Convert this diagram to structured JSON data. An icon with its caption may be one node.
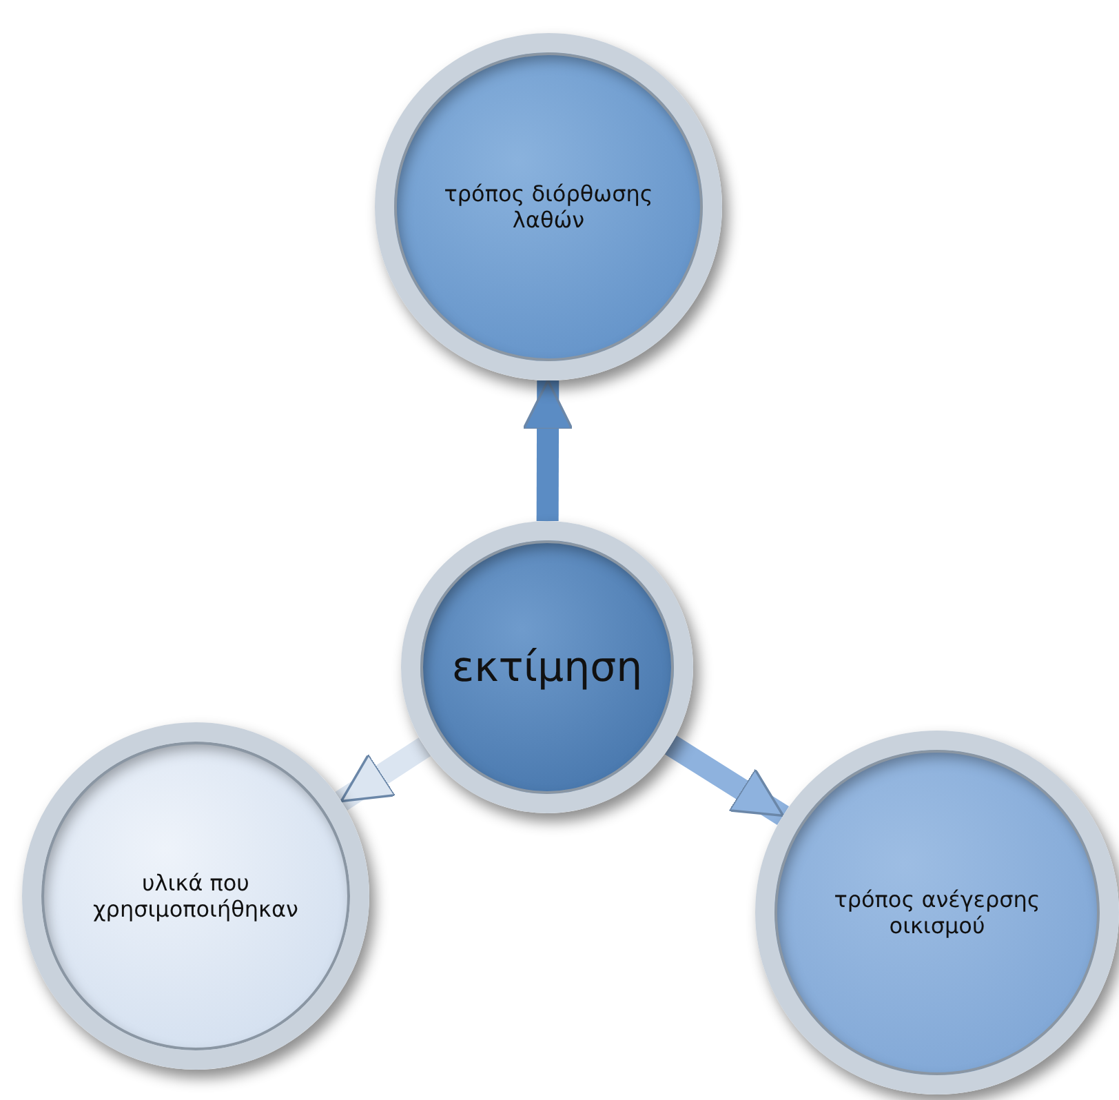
{
  "diagram": {
    "nodes": [
      {
        "text": [
          "εκτίμηση"
        ]
      },
      {
        "text": [
          "τρόπος διόρθωσης λαθών"
        ]
      },
      {
        "text": [
          "υλικά που χρησιμοποιήθηκαν"
        ]
      },
      {
        "text": [
          "τρόπος ανέγερσης οικισμού"
        ]
      }
    ],
    "edges": [
      {
        "from": 0,
        "to": 1,
        "arrow": "to",
        "color": "#5b8cc4"
      },
      {
        "from": 0,
        "to": 2,
        "arrow": "to",
        "color": "#dbe5f1"
      },
      {
        "from": 0,
        "to": 3,
        "arrow": "to",
        "color": "#8eb2de"
      }
    ]
  }
}
